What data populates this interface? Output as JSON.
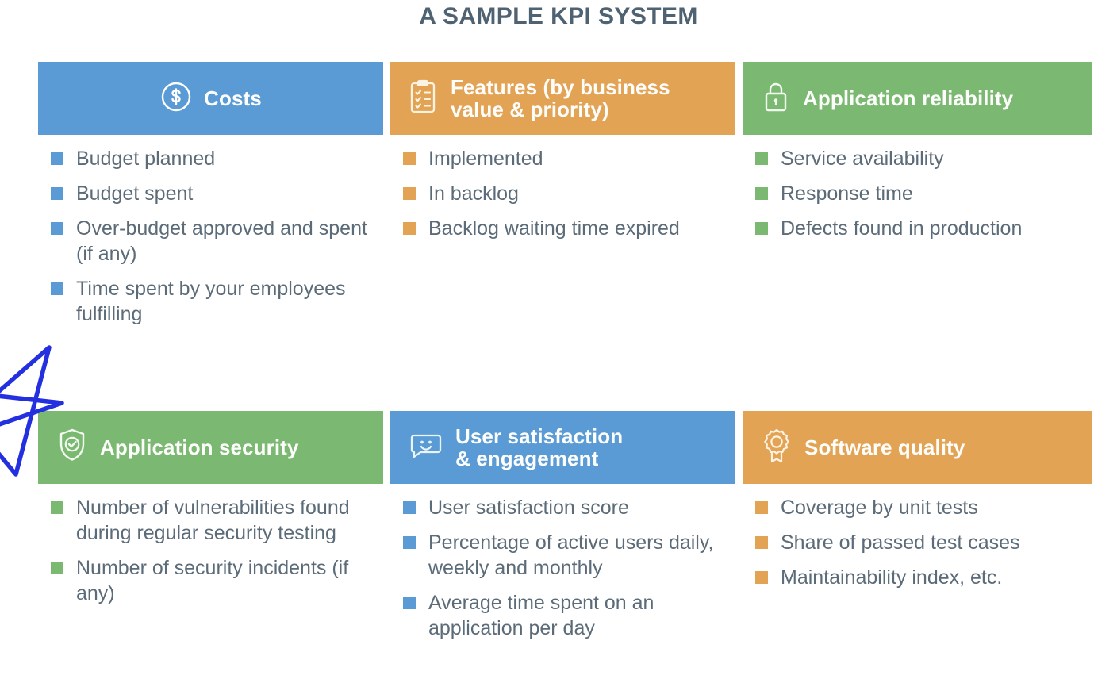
{
  "title": "A SAMPLE KPI SYSTEM",
  "colors": {
    "blue": "#5B9BD5",
    "blue_card": "#5a9bd4",
    "orange": "#E3A355",
    "green": "#7BB972",
    "title_text": "#4f6272",
    "body_text": "#5b6b78",
    "annotation": "#2430E0"
  },
  "annotation": {
    "shape": "hand-drawn-star",
    "color": "#2430E0"
  },
  "cards": [
    {
      "id": "costs",
      "header": {
        "line1": "Costs",
        "line2": "",
        "icon": "dollar-circle-icon",
        "align": "center"
      },
      "color": "#5B9BD5",
      "items": [
        "Budget planned",
        "Budget spent",
        "Over-budget approved and spent (if any)",
        "Time spent by your employees fulfilling"
      ]
    },
    {
      "id": "features",
      "header": {
        "line1": "Features (by business",
        "line2": "value & priority)",
        "icon": "clipboard-checklist-icon",
        "align": "left"
      },
      "color": "#E3A355",
      "items": [
        "Implemented",
        "In backlog",
        "Backlog waiting time expired"
      ]
    },
    {
      "id": "application-reliability",
      "header": {
        "line1": "Application reliability",
        "line2": "",
        "icon": "padlock-icon",
        "align": "left"
      },
      "color": "#7BB972",
      "items": [
        "Service availability",
        "Response time",
        "Defects found in production"
      ]
    },
    {
      "id": "application-security",
      "header": {
        "line1": "Application security",
        "line2": "",
        "icon": "shield-check-icon",
        "align": "left"
      },
      "color": "#7BB972",
      "items": [
        "Number of vulnerabilities found during regular security testing",
        "Number of security incidents (if any)"
      ]
    },
    {
      "id": "user-satisfaction",
      "header": {
        "line1": "User satisfaction",
        "line2": "& engagement",
        "icon": "speech-bubble-smiley-icon",
        "align": "left"
      },
      "color": "#5B9BD5",
      "items": [
        "User satisfaction score",
        "Percentage of active users daily, weekly and monthly",
        "Average time spent on an application per day"
      ]
    },
    {
      "id": "software-quality",
      "header": {
        "line1": "Software quality",
        "line2": "",
        "icon": "award-rosette-icon",
        "align": "left"
      },
      "color": "#E3A355",
      "items": [
        "Coverage by unit tests",
        "Share of passed test cases",
        "Maintainability index, etc."
      ]
    }
  ]
}
